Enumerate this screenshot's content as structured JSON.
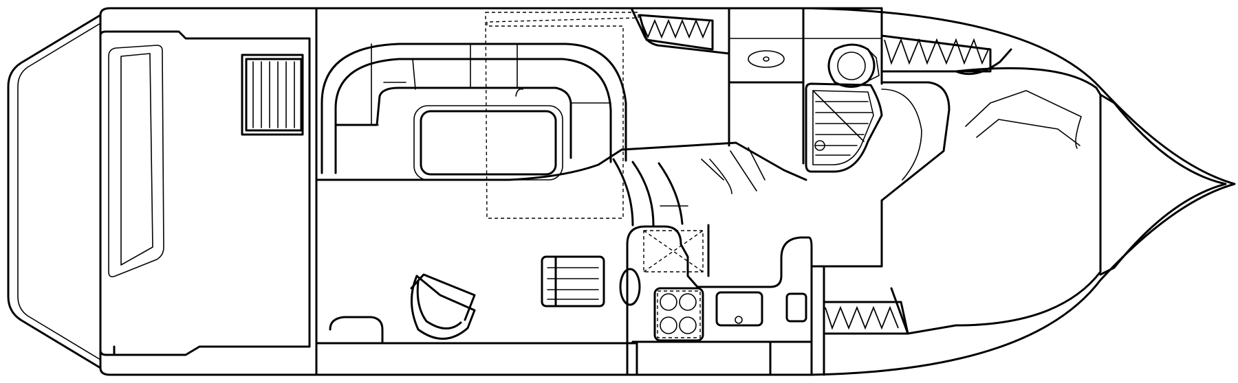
{
  "diagram": {
    "line_color": "#000000",
    "background": "#ffffff",
    "elements": [
      "hull-outline",
      "swim-platform",
      "cockpit",
      "cockpit-hatch",
      "salon-settee",
      "dinette-table",
      "companionway-steps",
      "head-sink",
      "head-toilet",
      "shower",
      "helm-seat",
      "salon-chair",
      "galley-stove",
      "galley-sink",
      "galley-fridge",
      "mid-berth",
      "forward-v-berth",
      "hanging-locker-port",
      "hanging-locker-bow",
      "hanging-locker-starboard"
    ]
  }
}
